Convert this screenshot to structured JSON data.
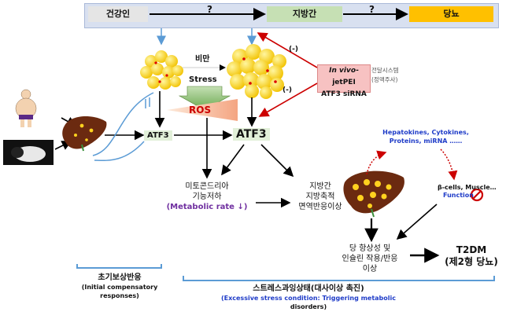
{
  "top_flow": {
    "healthy": "건강인",
    "fatty_liver": "지방간",
    "diabetes": "당뇨",
    "unknown_1": "?",
    "unknown_2": "?"
  },
  "obesity": "비만",
  "stress": "Stress",
  "ros": "ROS",
  "atf3_small": "ATF3",
  "atf3_large": "ATF3",
  "sirna": {
    "line1_italic": "In vivo",
    "line1_rest": "-jetPEI",
    "line2": "ATF3 siRNA",
    "note_line1": "전달시스템",
    "note_line2": "(정맥주사)",
    "minus_1": "(-)",
    "minus_2": "(-)"
  },
  "mito": {
    "line1": "미토콘드리아",
    "line2": "기능저하",
    "line3": "(Metabolic rate ↓)"
  },
  "liver_effects": {
    "line1": "지방간",
    "line2": "지방축적",
    "line3": "면역반응이상"
  },
  "secreted": {
    "line1": "Hepatokines, Cytokines,",
    "line2": "Proteins, miRNA ……"
  },
  "bcells": {
    "line1": "β-cells, Muscle…",
    "line2": "Function"
  },
  "homeostasis": {
    "line1": "당 항상성 및",
    "line2": "인슐린 작용/반응",
    "line3": "이상"
  },
  "t2dm": {
    "line1": "T2DM",
    "line2": "(제2형 당뇨)"
  },
  "initial": {
    "title": "초기보상반응",
    "en1": "(Initial compensatory",
    "en2": "responses)"
  },
  "excessive": {
    "title": "스트레스과잉상태(대사이상 촉진)",
    "en1": "(Excessive stress  condition: Triggering metabolic",
    "en2": "disorders)"
  },
  "colors": {
    "healthy_box": "#e5e5e5",
    "fatty_box": "#c6e0b4",
    "diabetes_box": "#ffc000",
    "fat_droplet": "#ffd21f",
    "liver": "#6b2a10",
    "red_arrow": "#cc0000",
    "blue_text": "#1f3cc8",
    "purple_text": "#7030a0",
    "sirna_box": "#f7c2c2"
  }
}
